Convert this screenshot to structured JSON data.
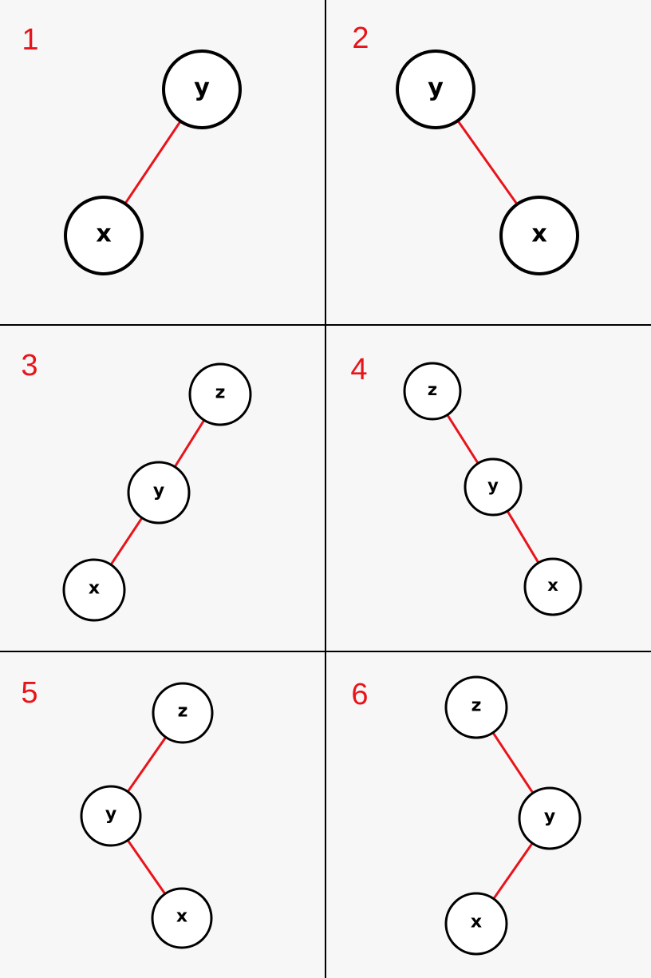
{
  "colors": {
    "background": "#f7f7f7",
    "edge": "#e8141b",
    "panel_number": "#e8141b",
    "node_fill": "#ffffff",
    "node_stroke": "#000000"
  },
  "panels": [
    {
      "number": "1",
      "nodes": [
        {
          "id": "y",
          "label": "y"
        },
        {
          "id": "x",
          "label": "x"
        }
      ],
      "edges": [
        {
          "from": "y",
          "to": "x"
        }
      ]
    },
    {
      "number": "2",
      "nodes": [
        {
          "id": "y",
          "label": "y"
        },
        {
          "id": "x",
          "label": "x"
        }
      ],
      "edges": [
        {
          "from": "y",
          "to": "x"
        }
      ]
    },
    {
      "number": "3",
      "nodes": [
        {
          "id": "z",
          "label": "z"
        },
        {
          "id": "y",
          "label": "y"
        },
        {
          "id": "x",
          "label": "x"
        }
      ],
      "edges": [
        {
          "from": "z",
          "to": "y"
        },
        {
          "from": "y",
          "to": "x"
        }
      ]
    },
    {
      "number": "4",
      "nodes": [
        {
          "id": "z",
          "label": "z"
        },
        {
          "id": "y",
          "label": "y"
        },
        {
          "id": "x",
          "label": "x"
        }
      ],
      "edges": [
        {
          "from": "z",
          "to": "y"
        },
        {
          "from": "y",
          "to": "x"
        }
      ]
    },
    {
      "number": "5",
      "nodes": [
        {
          "id": "z",
          "label": "z"
        },
        {
          "id": "y",
          "label": "y"
        },
        {
          "id": "x",
          "label": "x"
        }
      ],
      "edges": [
        {
          "from": "z",
          "to": "y"
        },
        {
          "from": "y",
          "to": "x"
        }
      ]
    },
    {
      "number": "6",
      "nodes": [
        {
          "id": "z",
          "label": "z"
        },
        {
          "id": "y",
          "label": "y"
        },
        {
          "id": "x",
          "label": "x"
        }
      ],
      "edges": [
        {
          "from": "z",
          "to": "y"
        },
        {
          "from": "y",
          "to": "x"
        }
      ]
    }
  ]
}
